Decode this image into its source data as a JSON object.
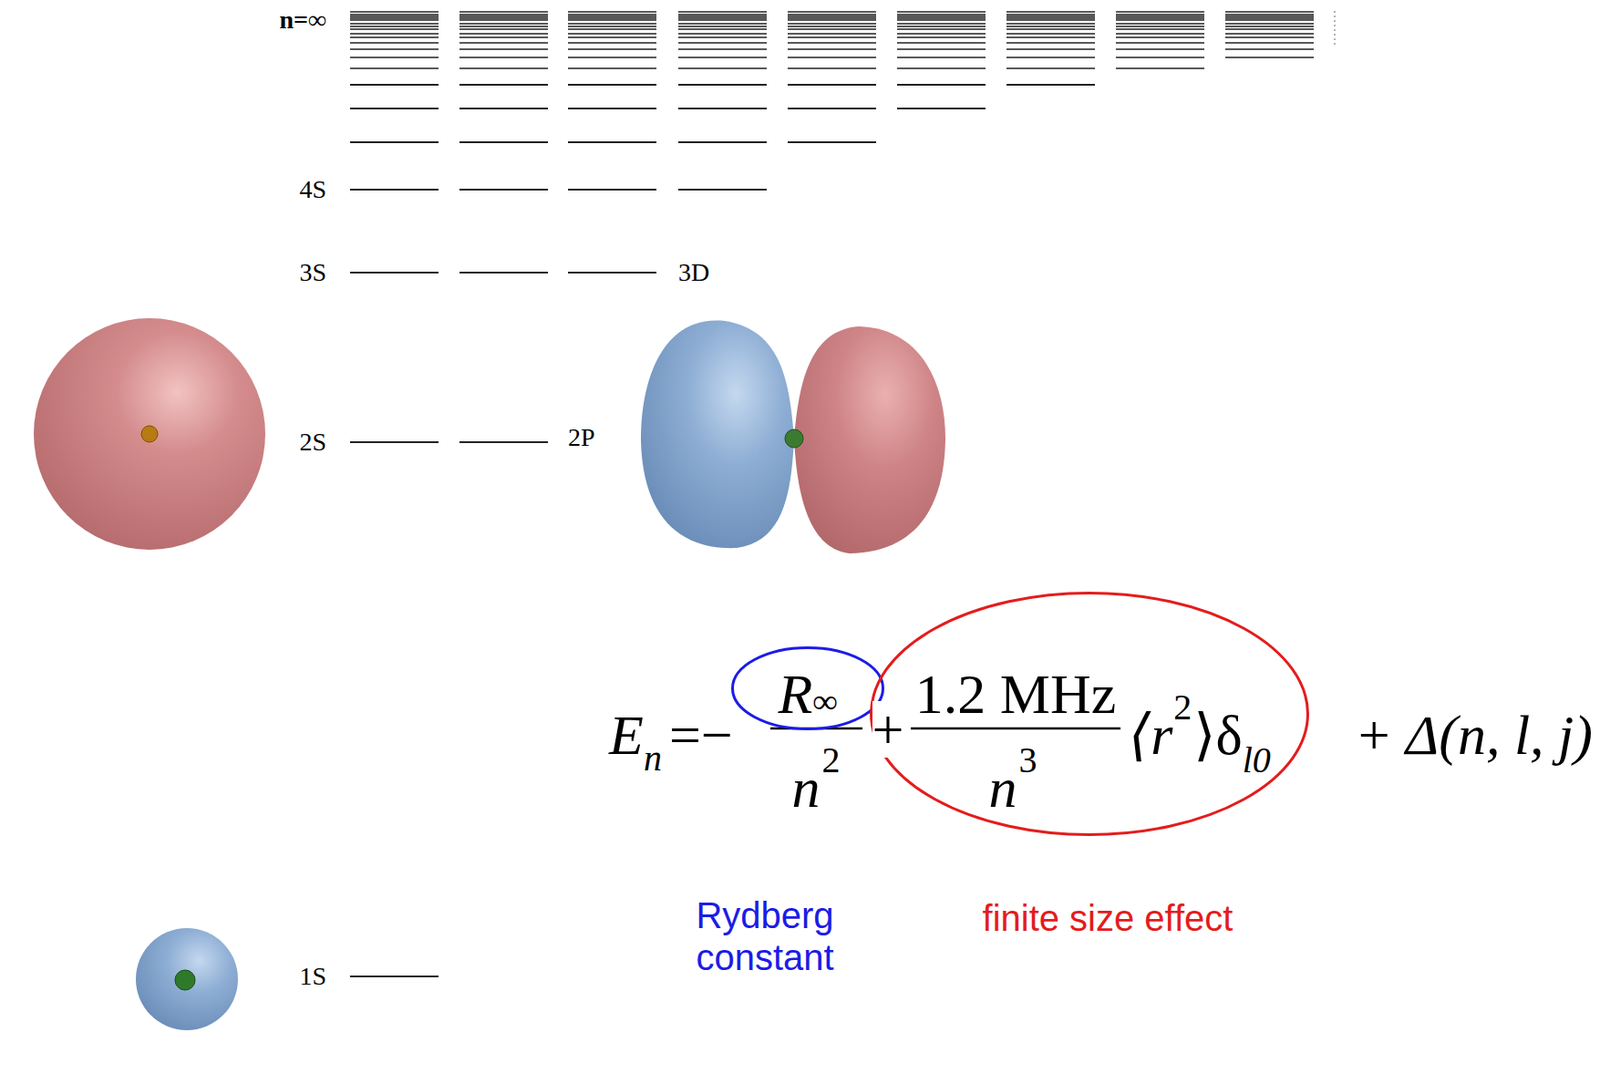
{
  "diagram": {
    "nodes": [
      {
        "text": [
          "R∞"
        ]
      },
      {
        "text": [
          "1.2 MHz",
          "n",
          "3",
          "⟨r",
          "2",
          "⟩δ",
          "l0"
        ]
      }
    ],
    "labels": [
      "n=∞",
      "4S",
      "3S",
      "3D",
      "2S",
      "2P",
      "1S",
      "E",
      "n",
      "=−",
      "n",
      "2",
      "+",
      "+ Δ(n, l, j)",
      "Rydberg constant",
      "finite size effect"
    ]
  }
}
